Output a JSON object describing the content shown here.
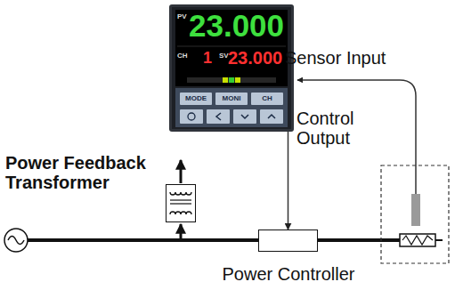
{
  "diagram": {
    "nodes": [
      {
        "text": [
          "PV",
          "23.000",
          "CH",
          "1",
          "SV",
          "23.000",
          "MODE",
          "MONI",
          "CH"
        ]
      },
      {
        "text": [
          "Power Feedback Transformer"
        ]
      },
      {
        "text": [
          "Power Controller"
        ]
      }
    ],
    "edges": [
      {
        "from": 0,
        "to": 2,
        "label": "Control Output",
        "arrow": "to"
      }
    ],
    "labels": [
      "Sensor Input"
    ]
  }
}
